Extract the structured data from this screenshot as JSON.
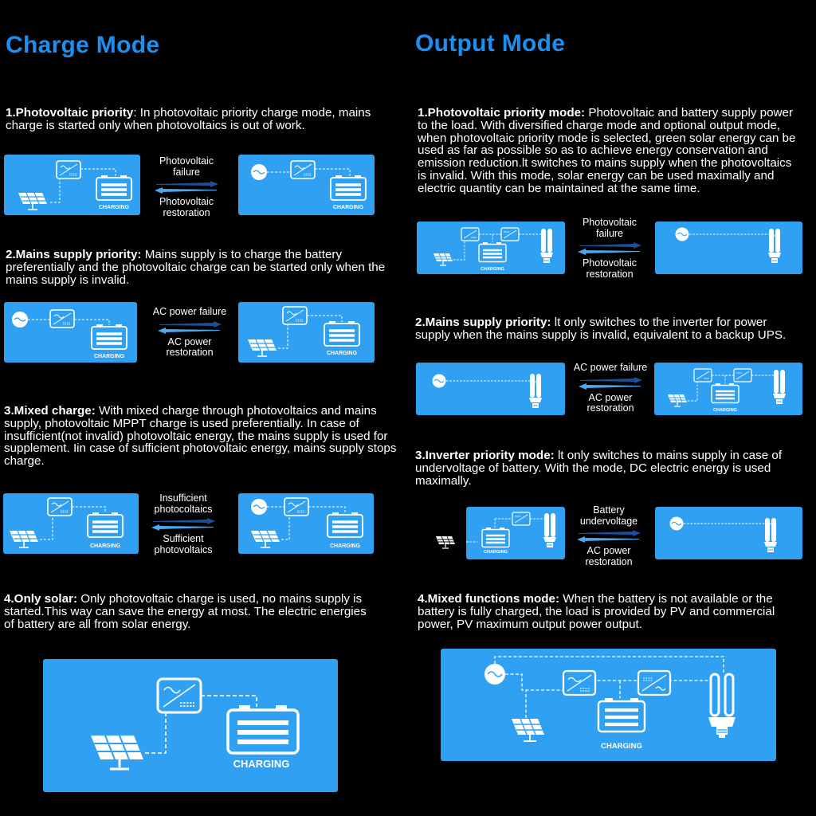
{
  "charge": {
    "title": "Charge Mode",
    "items": [
      {
        "head": "1.Photovoltaic priority",
        "sep": ": ",
        "text": "In photovoltaic priority charge mode, mains charge is started only when photovoltaics is out of work.",
        "left": {
          "charging": "CHARGING"
        },
        "right": {
          "charging": "CHARGING"
        },
        "top": "Photovoltaic failure",
        "bottom": "Photovoltaic restoration"
      },
      {
        "head": "2.Mains supply priority:",
        "sep": "  ",
        "text": "Mains supply is to charge the battery preferentially and the photovoltaic charge can be started only when the mains supply is invalid.",
        "left": {
          "charging": "CHARGING"
        },
        "right": {
          "charging": "CHARGING"
        },
        "top": "AC power failure",
        "bottom": "AC power restoration"
      },
      {
        "head": "3.Mixed charge:",
        "sep": " ",
        "text": "With mixed charge through photovoltaics and mains supply, photovoltaic MPPT charge is used preferentially. In case of insufficient(not invalid) photovoltaic energy, the mains supply is used for supplement. Iin case of sufficient photovoltaic energy, mains supply stops charge.",
        "left": {
          "charging": "CHARGING"
        },
        "right": {
          "charging": "CHARGING"
        },
        "top": "Insufficient photocoltaics",
        "bottom": "Sufficient photovoltaics"
      },
      {
        "head": "4.Only solar:",
        "sep": "  ",
        "text": "Only photovoltaic charge is used, no mains supply is started.This way can save the energy at most. The electric energies of battery are all from solar energy.",
        "big": {
          "charging": "CHARGING"
        }
      }
    ]
  },
  "output": {
    "title": "Output Mode",
    "items": [
      {
        "head": "1.Photovoltaic priority mode:",
        "sep": " ",
        "text": "Photovoltaic and battery supply power to the load. With diversified charge mode and optional output mode, when photovoltaic priority mode is selected, green solar energy can be used as far as possible so as to achieve energy conservation and emission reduction.lt switches to mains supply when the photovoltaics is invalid. With this mode, solar energy can be used maximally and electric quantity can be maintained at the same time.",
        "left": {
          "charging": "CHARGING"
        },
        "top": "Photovoltaic failure",
        "bottom": "Photovoltaic restoration"
      },
      {
        "head": "2.Mains supply priority:",
        "sep": "  ",
        "text": "lt only switches to the inverter for power supply when the mains supply is invalid, equivalent  to a backup UPS.",
        "right": {
          "charging": "CHARGING"
        },
        "top": "AC power failure",
        "bottom": "AC power restoration"
      },
      {
        "head": "3.Inverter priority mode:",
        "sep": " ",
        "text": "lt only switches to mains supply in case of undervoltage of battery. With the mode, DC electric energy is used maximally.",
        "left": {
          "charging": "CHARGING"
        },
        "top": "Battery undervoltage",
        "bottom": "AC power restoration"
      },
      {
        "head": "4.Mixed functions mode:",
        "sep": " ",
        "text": "When the battery is not available or the battery is fully charged, the load is provided by PV and commercial power, PV maximum output power output.",
        "big": {
          "charging": "CHARGING"
        }
      }
    ]
  },
  "colors": {
    "accent": "#1d8ff0",
    "panel": "#2fa0f2",
    "arrowDark": "#1d4f98",
    "arrowLight": "#4aa8f0"
  }
}
